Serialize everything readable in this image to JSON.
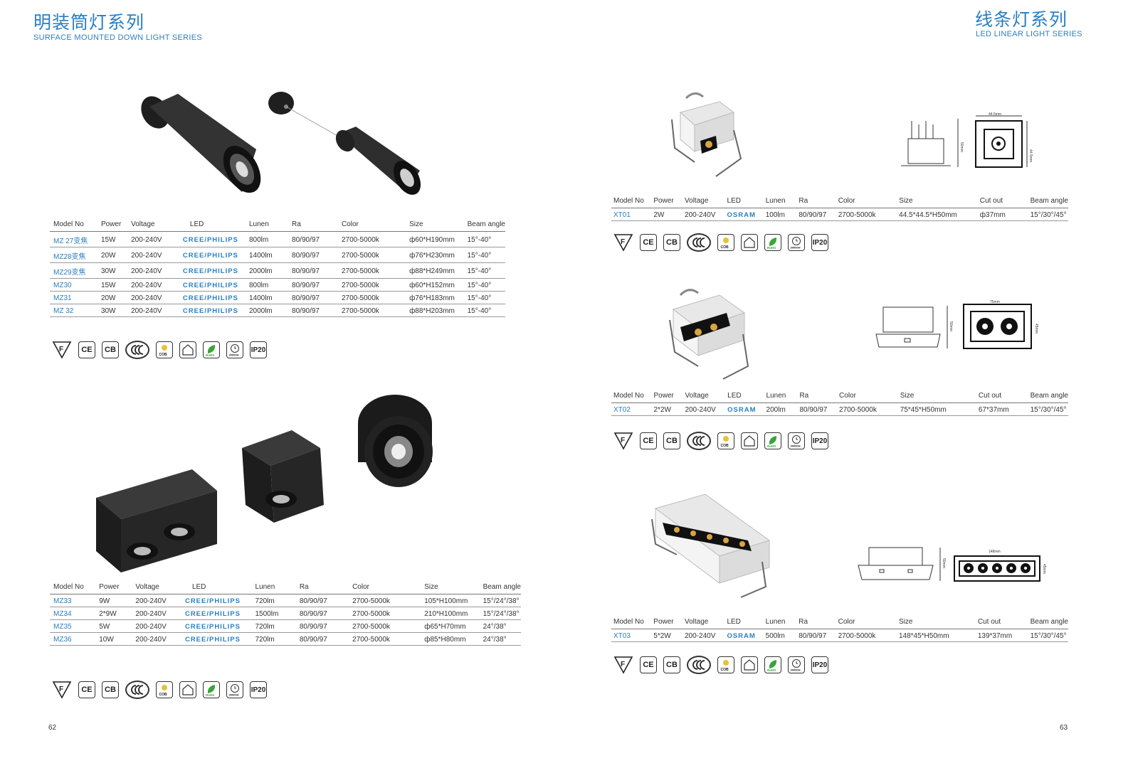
{
  "left_page": {
    "title_cn": "明装筒灯系列",
    "title_en": "SURFACE MOUNTED DOWN LIGHT SERIES",
    "page_number": "62",
    "table1": {
      "headers": [
        "Model No",
        "Power",
        "Voltage",
        "LED",
        "Lunen",
        "Ra",
        "Color",
        "Size",
        "Beam angle"
      ],
      "rows": [
        [
          "MZ 27变焦",
          "15W",
          "200-240V",
          "CREE/PHILIPS",
          "800lm",
          "80/90/97",
          "2700-5000k",
          "ф60*H190mm",
          "15°-40°"
        ],
        [
          "MZ28变焦",
          "20W",
          "200-240V",
          "CREE/PHILIPS",
          "1400lm",
          "80/90/97",
          "2700-5000k",
          "ф76*H230mm",
          "15°-40°"
        ],
        [
          "MZ29变焦",
          "30W",
          "200-240V",
          "CREE/PHILIPS",
          "2000lm",
          "80/90/97",
          "2700-5000k",
          "ф88*H249mm",
          "15°-40°"
        ],
        [
          "MZ30",
          "15W",
          "200-240V",
          "CREE/PHILIPS",
          "800lm",
          "80/90/97",
          "2700-5000k",
          "ф60*H152mm",
          "15°-40°"
        ],
        [
          "MZ31",
          "20W",
          "200-240V",
          "CREE/PHILIPS",
          "1400lm",
          "80/90/97",
          "2700-5000k",
          "ф76*H183mm",
          "15°-40°"
        ],
        [
          "MZ 32",
          "30W",
          "200-240V",
          "CREE/PHILIPS",
          "2000lm",
          "80/90/97",
          "2700-5000k",
          "ф88*H203mm",
          "15°-40°"
        ]
      ]
    },
    "table2": {
      "headers": [
        "Model No",
        "Power",
        "Voltage",
        "LED",
        "Lunen",
        "Ra",
        "Color",
        "Size",
        "Beam angle"
      ],
      "rows": [
        [
          "MZ33",
          "9W",
          "200-240V",
          "CREE/PHILIPS",
          "720lm",
          "80/90/97",
          "2700-5000k",
          "105*H100mm",
          "15°/24°/38°"
        ],
        [
          "MZ34",
          "2*9W",
          "200-240V",
          "CREE/PHILIPS",
          "1500lm",
          "80/90/97",
          "2700-5000k",
          "210*H100mm",
          "15°/24°/38°"
        ],
        [
          "MZ35",
          "5W",
          "200-240V",
          "CREE/PHILIPS",
          "720lm",
          "80/90/97",
          "2700-5000k",
          "ф65*H70mm",
          "24°/38°"
        ],
        [
          "MZ36",
          "10W",
          "200-240V",
          "CREE/PHILIPS",
          "720lm",
          "80/90/97",
          "2700-5000k",
          "ф85*H80mm",
          "24°/38°"
        ]
      ]
    }
  },
  "right_page": {
    "title_cn": "线条灯系列",
    "title_en": "LED LINEAR LIGHT SERIES",
    "page_number": "63",
    "table_headers": [
      "Model No",
      "Power",
      "Voltage",
      "LED",
      "Lunen",
      "Ra",
      "Color",
      "Size",
      "Cut out",
      "Beam angle"
    ],
    "xt01": [
      "XT01",
      "2W",
      "200-240V",
      "OSRAM",
      "100lm",
      "80/90/97",
      "2700-5000k",
      "44.5*44.5*H50mm",
      "ф37mm",
      "15°/30°/45°"
    ],
    "xt02": [
      "XT02",
      "2*2W",
      "200-240V",
      "OSRAM",
      "200lm",
      "80/90/97",
      "2700-5000k",
      "75*45*H50mm",
      "67*37mm",
      "15°/30°/45°"
    ],
    "xt03": [
      "XT03",
      "5*2W",
      "200-240V",
      "OSRAM",
      "500lm",
      "80/90/97",
      "2700-5000k",
      "148*45*H50mm",
      "139*37mm",
      "15°/30°/45°"
    ],
    "dims": {
      "xt01_w": "44.5mm",
      "xt01_h": "44.5mm",
      "xt01_side": "50mm",
      "xt02_w": "75mm",
      "xt02_h": "45mm",
      "xt02_side": "50mm",
      "xt03_w": "148mm",
      "xt03_h": "45mm",
      "xt03_side": "50mm"
    }
  },
  "certs": {
    "f": "F",
    "ce": "CE",
    "cb": "CB",
    "ccc": "CCC",
    "cob": "COB",
    "rohs": "RoHS",
    "hours": "30000H",
    "ip": "IP20"
  }
}
